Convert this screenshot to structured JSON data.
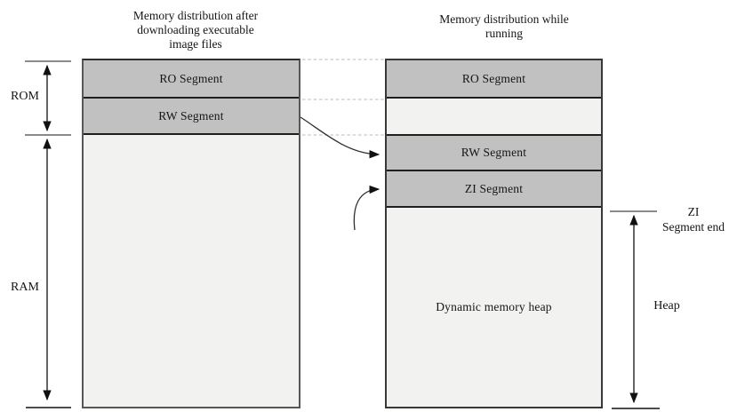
{
  "titles": {
    "left": [
      "Memory distribution after",
      "downloading executable",
      "image files"
    ],
    "right": [
      "Memory distribution while",
      "running"
    ]
  },
  "left_column": {
    "ro_label": "RO Segment",
    "rw_label": "RW Segment"
  },
  "right_column": {
    "ro_label": "RO Segment",
    "rw_label": "RW Segment",
    "zi_label": "ZI Segment",
    "heap_label": "Dynamic memory heap"
  },
  "side_labels": {
    "rom": "ROM",
    "ram": "RAM",
    "heap": "Heap",
    "zi_end_line1": "ZI",
    "zi_end_line2": "Segment end"
  },
  "colors": {
    "segment_fill": "#c1c1c1",
    "light_fill": "#f2f2f0",
    "outline": "#333333",
    "tick_gray": "#8a8a8a",
    "dashed_line": "#c6c6c6"
  }
}
